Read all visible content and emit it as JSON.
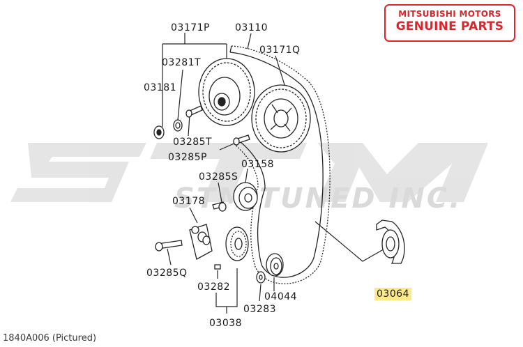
{
  "badge": {
    "line1": "MITSUBISHI MOTORS",
    "line2": "GENUINE PARTS"
  },
  "watermark": {
    "text": "STM TUNED INC."
  },
  "caption": "1840A006  (Pictured)",
  "labels": {
    "p03171P": "03171P",
    "p03110": "03110",
    "p03171Q": "03171Q",
    "p03281T": "03281T",
    "p03181": "03181",
    "p03285T": "03285T",
    "p03285P": "03285P",
    "p03158": "03158",
    "p03285S": "03285S",
    "p03178": "03178",
    "p03285Q": "03285Q",
    "p03282": "03282",
    "p04044": "04044",
    "p03283": "03283",
    "p03038": "03038",
    "p03064": "03064"
  },
  "colors": {
    "badge_red": "#d9262c",
    "highlight": "#fde98a",
    "watermark": "#dcdcdc",
    "line": "#222222"
  }
}
